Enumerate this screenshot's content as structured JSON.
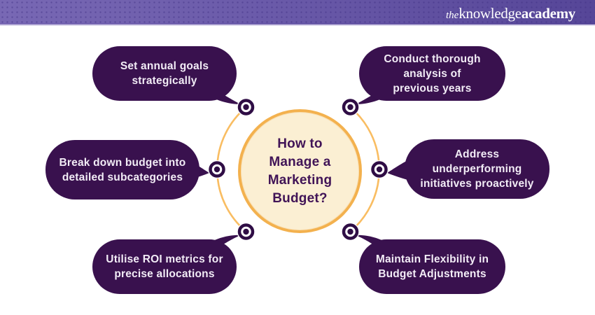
{
  "header": {
    "logo_the": "the",
    "logo_knowledge": "knowledge",
    "logo_academy": "academy"
  },
  "center": {
    "title": "How to\nManage a\nMarketing\nBudget?"
  },
  "bubbles": [
    {
      "id": "set-annual-goals",
      "label": "Set annual goals\nstrategically"
    },
    {
      "id": "conduct-analysis",
      "label": "Conduct thorough\nanalysis of\nprevious years"
    },
    {
      "id": "break-down-budget",
      "label": "Break down budget into\ndetailed subcategories"
    },
    {
      "id": "address-underperforming",
      "label": "Address\nunderperforming\ninitiatives proactively"
    },
    {
      "id": "utilise-roi-metrics",
      "label": "Utilise ROI metrics for\nprecise allocations"
    },
    {
      "id": "maintain-flexibility",
      "label": "Maintain Flexibility in\nBudget Adjustments"
    }
  ],
  "colors": {
    "header_gradient_start": "#7868b4",
    "header_gradient_end": "#564698",
    "bubble_purple": "#39114e",
    "bubble_text": "#f2ecf6",
    "circle_fill": "#fbefd3",
    "circle_border": "#f3b14e",
    "arc_orange": "#f9bd62",
    "title_purple": "#411457",
    "dot_purple": "#2f0d45",
    "logo_text": "#ffffff"
  }
}
